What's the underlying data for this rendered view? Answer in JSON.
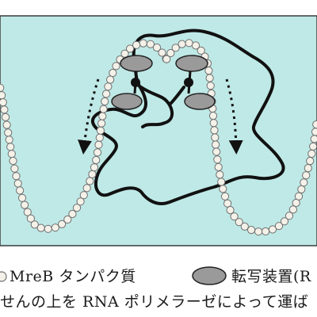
{
  "colors": {
    "panel_fill": "#bfe9e6",
    "bead_fill": "#f4f1e9",
    "bead_stroke": "#6f6f6f",
    "polymerase_fill": "#9a9a9a",
    "dna_stroke": "#111111"
  },
  "icons": {
    "mreb_bead": "mreb-bead-icon",
    "polymerase": "rna-polymerase-icon",
    "direction": "dotted-arrow-icon"
  },
  "legend": {
    "mreb_label": "MreB タンパク質",
    "polymerase_label": "転写装置(R"
  },
  "caption": "せんの上を RNA ポリメラーゼによって運ば"
}
